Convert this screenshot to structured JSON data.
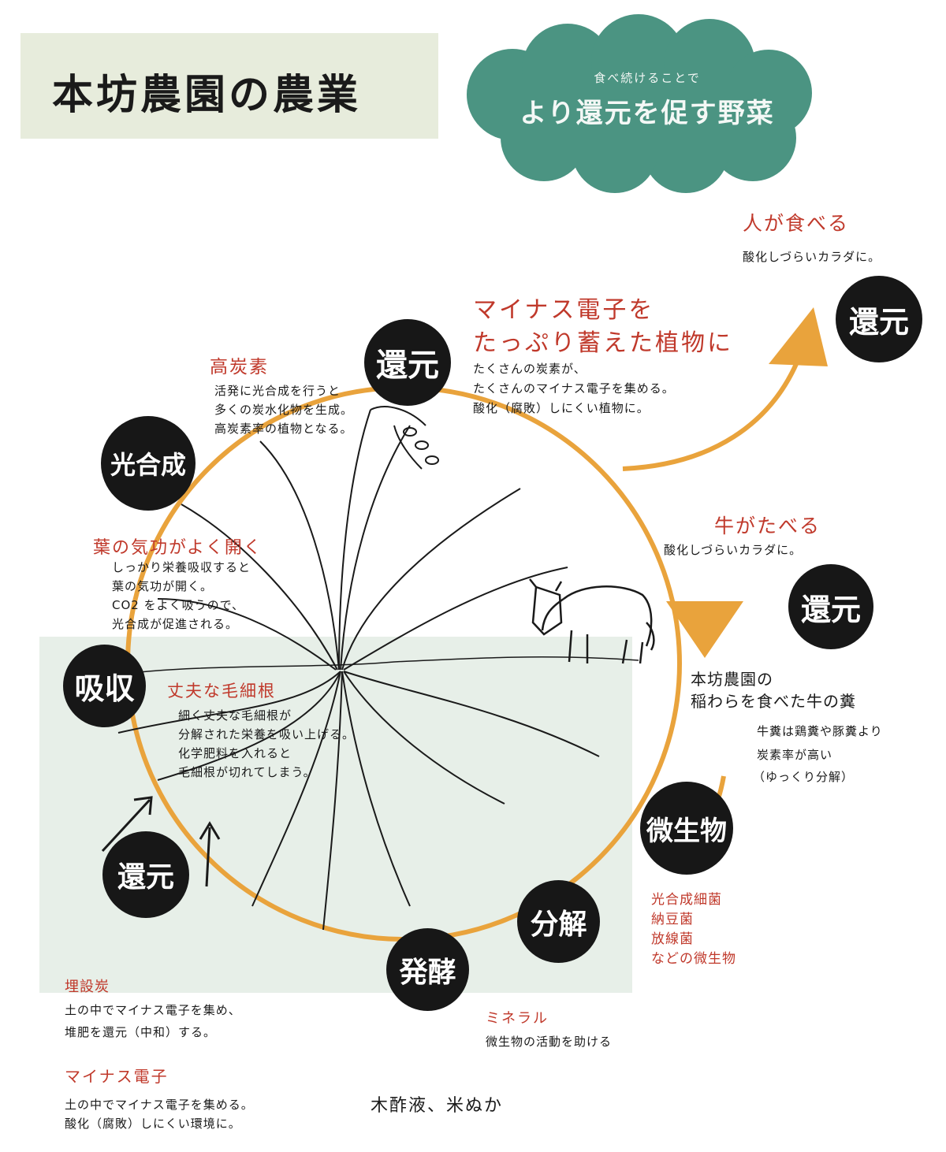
{
  "title": "本坊農園の農業",
  "cloud": {
    "subtitle": "食べ続けることで",
    "headline": "より還元を促す野菜"
  },
  "colors": {
    "cloud": "#4b9482",
    "cycle": "#e9a33c",
    "accent_red": "#c0392b",
    "node": "#171717",
    "soil": "#e7efe8",
    "title_bg": "#e7ecdc"
  },
  "nodes": {
    "reduce_top": "還元",
    "photosynthesis": "光合成",
    "absorb": "吸収",
    "reduce_bottom": "還元",
    "ferment": "発酵",
    "decompose": "分解",
    "microbes": "微生物",
    "reduce_human": "還元",
    "reduce_cow": "還元"
  },
  "annotations": {
    "human_eat": {
      "heading": "人が食べる",
      "body": "酸化しづらいカラダに。"
    },
    "plant": {
      "heading_line1": "マイナス電子を",
      "heading_line2": "たっぷり蓄えた植物に",
      "line1": "たくさんの炭素が、",
      "line2": "たくさんのマイナス電子を集める。",
      "line3": "酸化（腐敗）しにくい植物に。"
    },
    "high_carbon": {
      "heading": "高炭素",
      "line1": "活発に光合成を行うと",
      "line2": "多くの炭水化物を生成。",
      "line3": "高炭素率の植物となる。"
    },
    "stomata": {
      "heading": "葉の気功がよく開く",
      "line1": "しっかり栄養吸収すると",
      "line2": "葉の気功が開く。",
      "line3": "CO2 をよく吸うので、",
      "line4": "光合成が促進される。"
    },
    "cow_eat": {
      "heading": "牛がたべる",
      "body": "酸化しづらいカラダに。"
    },
    "manure": {
      "heading_line1": "本坊農園の",
      "heading_line2": "稲わらを食べた牛の糞",
      "line1": "牛糞は鶏糞や豚糞より",
      "line2": "炭素率が高い",
      "line3": "（ゆっくり分解）"
    },
    "roots": {
      "heading": "丈夫な毛細根",
      "line1": "細く丈夫な毛細根が",
      "line2": "分解された栄養を吸い上げる。",
      "line3": "化学肥料を入れると",
      "line4": "毛細根が切れてしまう。"
    },
    "microbe_list": {
      "line1": "光合成細菌",
      "line2": "納豆菌",
      "line3": "放線菌",
      "line4": "などの微生物"
    },
    "buried_charcoal": {
      "heading": "埋設炭",
      "line1": "土の中でマイナス電子を集め、",
      "line2": "堆肥を還元（中和）する。"
    },
    "minus_electron": {
      "heading": "マイナス電子",
      "line1": "土の中でマイナス電子を集める。",
      "line2": "酸化（腐敗）しにくい環境に。"
    },
    "mineral": {
      "heading": "ミネラル",
      "body": "微生物の活動を助ける"
    },
    "wood_vinegar": "木酢液、米ぬか"
  },
  "icons": {
    "plant": "rice-plant-illustration",
    "cow": "cow-illustration",
    "arrow_up": "arrow-up-right-icon",
    "arrow_down": "arrow-down-icon"
  }
}
